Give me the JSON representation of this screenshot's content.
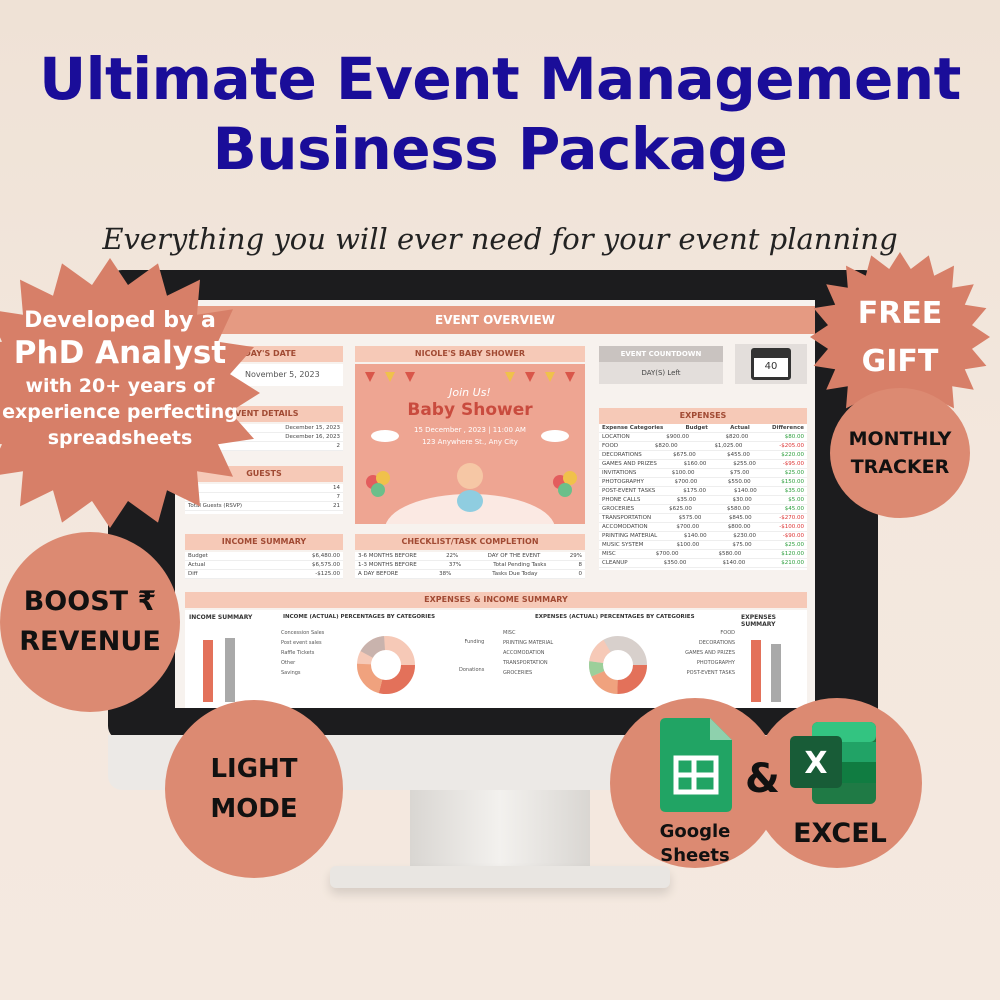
{
  "headline": {
    "line1": "Ultimate Event Management",
    "line2": "Business Package",
    "subtitle": "Everything you will ever need for your event planning"
  },
  "badges": {
    "phd": {
      "line1": "Developed by a",
      "line2": "PhD Analyst",
      "line3": "with 20+ years of",
      "line4": "experience perfecting",
      "line5": "spreadsheets"
    },
    "gift": {
      "line1": "FREE",
      "line2": "GIFT"
    },
    "monthly": {
      "line1": "MONTHLY",
      "line2": "TRACKER"
    },
    "boost": {
      "line1": "BOOST ₹",
      "line2": "REVENUE"
    },
    "light": {
      "line1": "LIGHT",
      "line2": "MODE"
    },
    "sheets": {
      "line1": "Google",
      "line2": "Sheets"
    },
    "amp": "&",
    "excel": "EXCEL"
  },
  "screen": {
    "title": "EVENT OVERVIEW",
    "date_header": "TODAY'S DATE",
    "date_value": "November 5, 2023",
    "event_details": "EVENT DETAILS",
    "event_rows": [
      [
        "",
        "December 15, 2023"
      ],
      [
        "",
        "December 16, 2023"
      ],
      [
        "",
        "2"
      ]
    ],
    "guests": "GUESTS",
    "guest_rows": [
      [
        "",
        "14"
      ],
      [
        "",
        "7"
      ],
      [
        "Total Guests (RSVP)",
        "21"
      ]
    ],
    "event_name": "NICOLE'S BABY SHOWER",
    "invite": {
      "join": "Join Us!",
      "title": "Baby Shower",
      "date": "15 December , 2023 | 11:00 AM",
      "place": "123 Anywhere St., Any City"
    },
    "countdown": "EVENT COUNTDOWN",
    "days_left": "DAY(S) Left",
    "cal_num": "40",
    "expenses": "EXPENSES",
    "exp_cols": [
      "Expense Categories",
      "Budget",
      "Actual",
      "Difference"
    ],
    "exp_rows": [
      [
        "LOCATION",
        "$900.00",
        "$820.00",
        "$80.00"
      ],
      [
        "FOOD",
        "$820.00",
        "$1,025.00",
        "-$205.00"
      ],
      [
        "DECORATIONS",
        "$675.00",
        "$455.00",
        "$220.00"
      ],
      [
        "GAMES AND PRIZES",
        "$160.00",
        "$255.00",
        "-$95.00"
      ],
      [
        "INVITATIONS",
        "$100.00",
        "$75.00",
        "$25.00"
      ],
      [
        "PHOTOGRAPHY",
        "$700.00",
        "$550.00",
        "$150.00"
      ],
      [
        "POST-EVENT TASKS",
        "$175.00",
        "$140.00",
        "$35.00"
      ],
      [
        "PHONE CALLS",
        "$35.00",
        "$30.00",
        "$5.00"
      ],
      [
        "GROCERIES",
        "$625.00",
        "$580.00",
        "$45.00"
      ],
      [
        "TRANSPORTATION",
        "$575.00",
        "$845.00",
        "-$270.00"
      ],
      [
        "ACCOMODATION",
        "$700.00",
        "$800.00",
        "-$100.00"
      ],
      [
        "PRINTING MATERIAL",
        "$140.00",
        "$230.00",
        "-$90.00"
      ],
      [
        "MUSIC SYSTEM",
        "$100.00",
        "$75.00",
        "$25.00"
      ],
      [
        "MISC",
        "$700.00",
        "$580.00",
        "$120.00"
      ],
      [
        "CLEANUP",
        "$350.00",
        "$140.00",
        "$210.00"
      ]
    ],
    "income_summary": "INCOME SUMMARY",
    "income_rows": [
      [
        "Budget",
        "$6,480.00"
      ],
      [
        "Actual",
        "$6,575.00"
      ],
      [
        "Diff",
        "-$125.00"
      ]
    ],
    "checklist": "CHECKLIST/TASK COMPLETION",
    "check_rows": [
      [
        "3-6 MONTHS BEFORE",
        "22%",
        "DAY OF THE EVENT",
        "29%"
      ],
      [
        "1-3 MONTHS BEFORE",
        "37%",
        "Total Pending Tasks",
        "8"
      ],
      [
        "A DAY BEFORE",
        "38%",
        "Tasks Due Today",
        "0"
      ]
    ],
    "exp_income_summary": "EXPENSES & INCOME SUMMARY",
    "income_summary2": "INCOME SUMMARY",
    "income_pct": "INCOME (ACTUAL) PERCENTAGES BY CATEGORIES",
    "expenses_pct": "EXPENSES (ACTUAL) PERCENTAGES BY CATEGORIES",
    "expenses_summary": "EXPENSES SUMMARY",
    "income_labels_left": [
      "Concession Sales",
      "Post event sales",
      "Raffle Tickets",
      "Other",
      "Savings"
    ],
    "income_labels_right": [
      "Funding",
      "Donations"
    ],
    "exp_labels_left": [
      "MISC",
      "PRINTING MATERIAL",
      "ACCOMODATION",
      "TRANSPORTATION",
      "GROCERIES"
    ],
    "exp_labels_right": [
      "FOOD",
      "DECORATIONS",
      "GAMES AND PRIZES",
      "PHOTOGRAPHY",
      "POST-EVENT TASKS"
    ]
  },
  "colors": {
    "accent": "#dc8a72",
    "title_blue": "#1a0d99",
    "header": "#e59a82"
  }
}
